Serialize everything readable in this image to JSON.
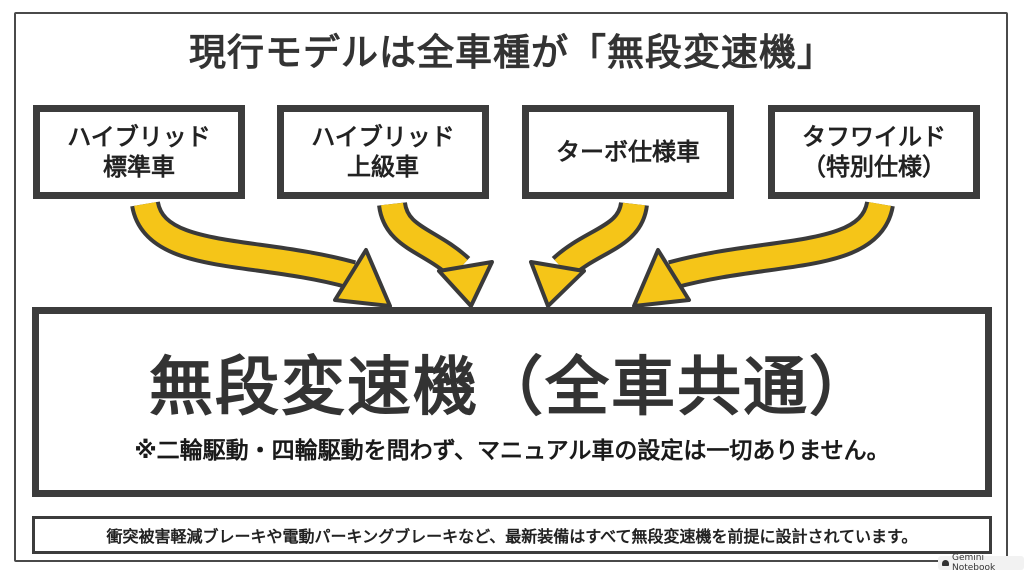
{
  "title": "現行モデルは全車種が「無段変速機」",
  "categories": [
    {
      "line1": "ハイブリッド",
      "line2": "標準車"
    },
    {
      "line1": "ハイブリッド",
      "line2": "上級車"
    },
    {
      "line1": "ターボ仕様車",
      "line2": ""
    },
    {
      "line1": "タフワイルド",
      "line2": "（特別仕様）"
    }
  ],
  "main": {
    "title": "無段変速機（全車共通）",
    "note": "※二輪駆動・四輪駆動を問わず、マニュアル車の設定は一切ありません。"
  },
  "footnote": "衝突被害軽減ブレーキや電動パーキングブレーキなど、最新装備はすべて無段変速機を前提に設計されています。",
  "watermark": "Gemini Notebook",
  "colors": {
    "arrow_fill": "#f5c518",
    "arrow_outline": "#3a3a3a",
    "box_border": "#3c3c3c",
    "text": "#222222"
  }
}
